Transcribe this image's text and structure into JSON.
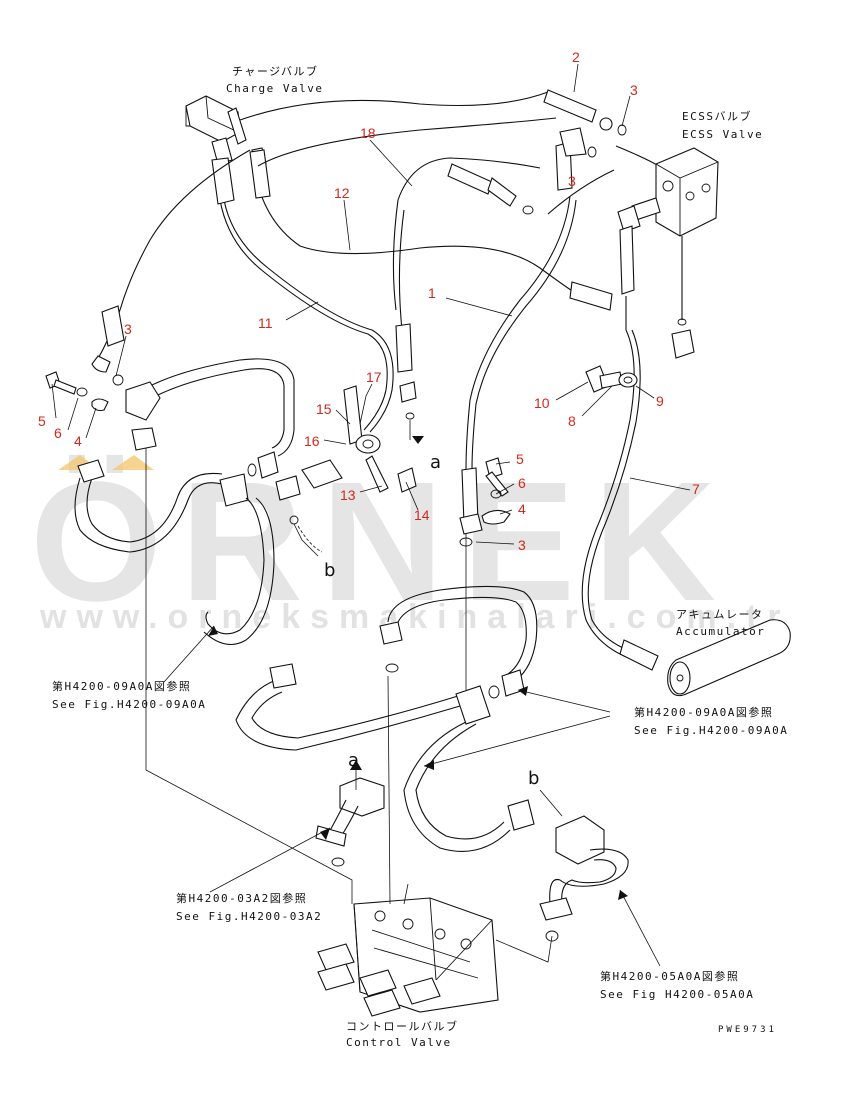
{
  "watermark": {
    "brand": "ÖRNEK",
    "site": "www.orneksmakinalari.com.tr"
  },
  "labels": {
    "charge_valve_jp": "チャージバルブ",
    "charge_valve_en": "Charge Valve",
    "ecss_valve_jp": "ECSSバルブ",
    "ecss_valve_en": "ECSS Valve",
    "accumulator_jp": "アキュムレータ",
    "accumulator_en": "Accumulator",
    "control_valve_jp": "コントロールバルブ",
    "control_valve_en": "Control Valve",
    "ref_09a0a_left_jp": "第H4200-09A0A図参照",
    "ref_09a0a_left_en": "See Fig.H4200-09A0A",
    "ref_09a0a_right_jp": "第H4200-09A0A図参照",
    "ref_09a0a_right_en": "See Fig.H4200-09A0A",
    "ref_03a2_jp": "第H4200-03A2図参照",
    "ref_03a2_en": "See Fig.H4200-03A2",
    "ref_05a0a_jp": "第H4200-05A0A図参照",
    "ref_05a0a_en": "See Fig H4200-05A0A",
    "drawing_code": "PWE9731"
  },
  "callouts": [
    "2",
    "3",
    "3",
    "18",
    "12",
    "1",
    "11",
    "3",
    "17",
    "15",
    "16",
    "13",
    "14",
    "10",
    "8",
    "9",
    "5",
    "6",
    "4",
    "5",
    "6",
    "4",
    "3",
    "7"
  ],
  "letters": [
    "a",
    "b",
    "a",
    "b"
  ],
  "colors": {
    "callout": "#d02a1e",
    "line": "#111111",
    "watermark": "#cfcfcf"
  }
}
